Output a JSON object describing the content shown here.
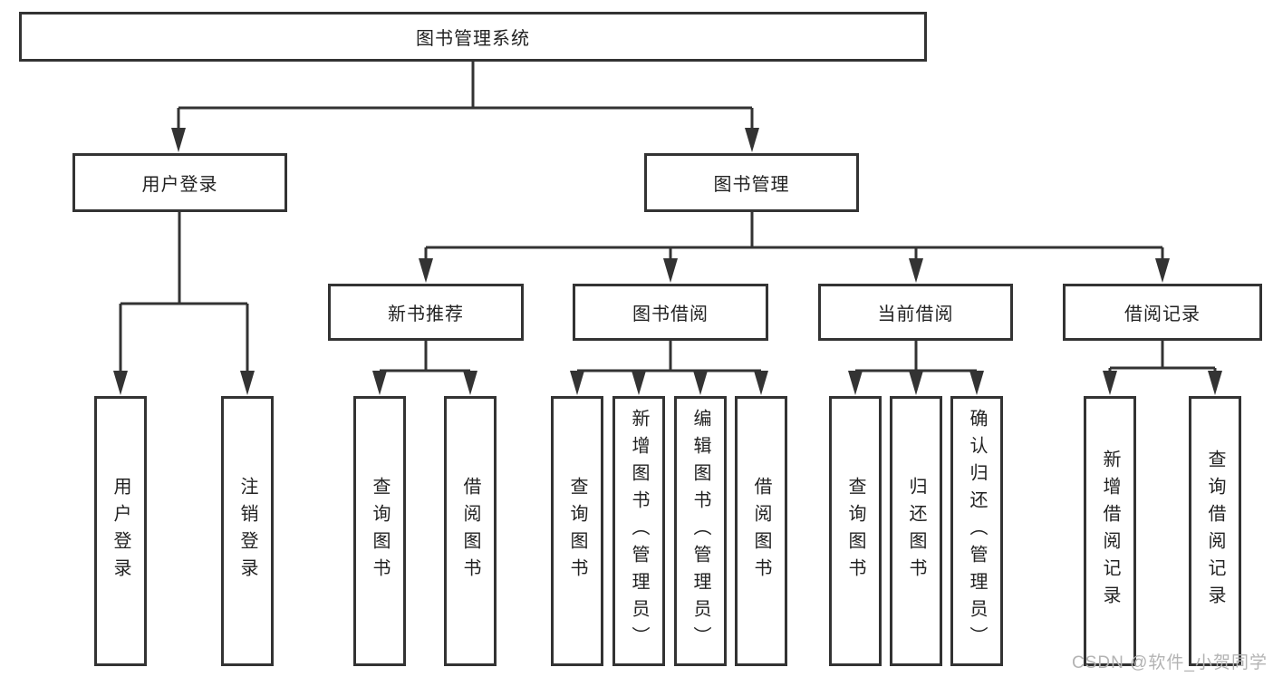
{
  "diagram": {
    "root": "图书管理系统",
    "level2": {
      "login": "用户登录",
      "mgmt": "图书管理"
    },
    "level3": {
      "newbook": "新书推荐",
      "borrow": "图书借阅",
      "current": "当前借阅",
      "record": "借阅记录"
    },
    "leaves": [
      "用户登录",
      "注销登录",
      "查询图书",
      "借阅图书",
      "查询图书",
      "新增图书（管理员）",
      "编辑图书（管理员）",
      "借阅图书",
      "查询图书",
      "归还图书",
      "确认归还（管理员）",
      "新增借阅记录",
      "查询借阅记录"
    ]
  },
  "watermark": "CSDN @软件_小贺同学",
  "colors": {
    "line": "#333333",
    "text": "#222222",
    "watermark": "#b3b3b3",
    "background": "#ffffff"
  }
}
